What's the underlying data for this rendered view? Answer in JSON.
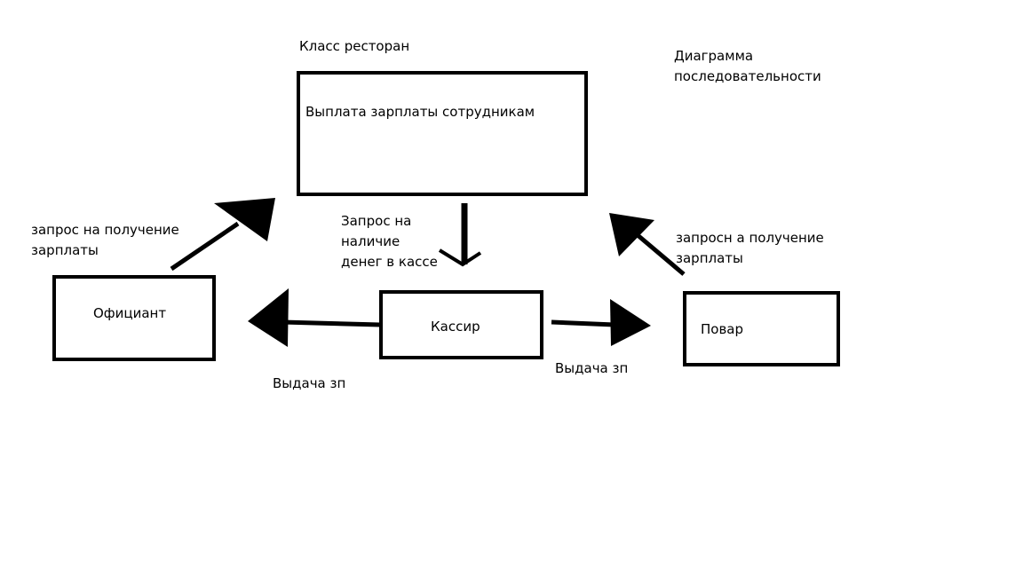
{
  "class_label": "Класс ресторан",
  "diagram_title": [
    "Диаграмма",
    "последовательности"
  ],
  "restaurant_box": {
    "label": "Выплата зарплаты сотрудникам"
  },
  "waiter_box": {
    "label": "Официант"
  },
  "cashier_box": {
    "label": "Кассир"
  },
  "cook_box": {
    "label": "Повар"
  },
  "messages": {
    "waiter_request": [
      "запрос на получение",
      "зарплаты"
    ],
    "cash_check": [
      "Запрос на",
      "наличие",
      "денег в кассе"
    ],
    "cook_request": [
      "запросн а получение",
      "зарплаты"
    ],
    "pay_waiter": "Выдача зп",
    "pay_cook": "Выдача зп"
  },
  "colors": {
    "ink": "#000000",
    "background": "#ffffff"
  }
}
